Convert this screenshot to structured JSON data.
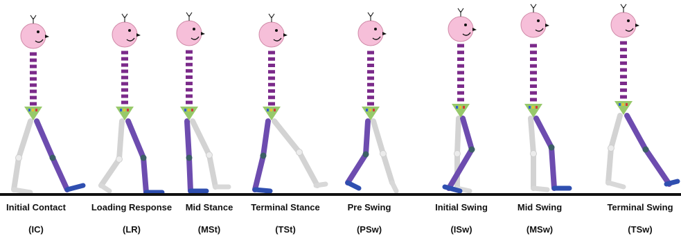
{
  "colors": {
    "head": "#f6bfd9",
    "head_outline": "#d08aa8",
    "spine": "#7b2a8a",
    "pelvis": "#97c96a",
    "active_leg": "#6d4caf",
    "inactive_leg": "#d3d3d3",
    "active_foot": "#2f4fb0",
    "inactive_foot": "#d8d8d8",
    "knee_active": "#3c5f66",
    "knee_inactive": "#ececec",
    "ground": "#111111"
  },
  "phases": [
    {
      "name": "Initial Contact",
      "abbr": "(IC)"
    },
    {
      "name": "Loading Response",
      "abbr": "(LR)"
    },
    {
      "name": "Mid Stance",
      "abbr": "(MSt)"
    },
    {
      "name": "Terminal Stance",
      "abbr": "(TSt)"
    },
    {
      "name": "Pre Swing",
      "abbr": "(PSw)"
    },
    {
      "name": "Initial Swing",
      "abbr": "(ISw)"
    },
    {
      "name": "Mid Swing",
      "abbr": "(MSw)"
    },
    {
      "name": "Terminal Swing",
      "abbr": "(TSw)"
    }
  ]
}
